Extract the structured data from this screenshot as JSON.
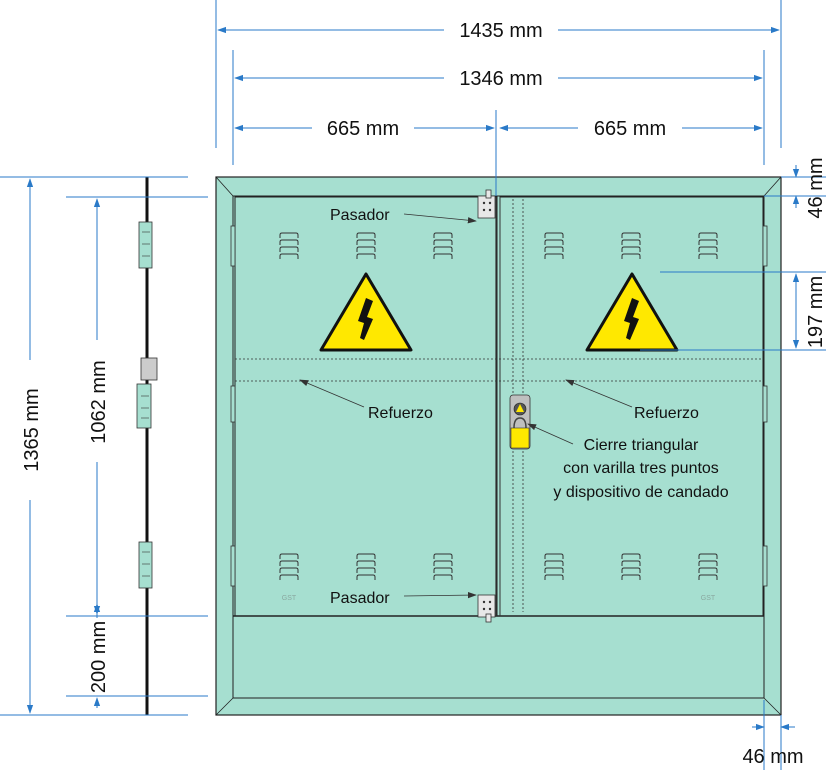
{
  "dimensions": {
    "overall_width": "1435 mm",
    "inner_width": "1346 mm",
    "left_door_width": "665 mm",
    "right_door_width": "665 mm",
    "frame_top": "46 mm",
    "vent_to_sign": "197 mm",
    "overall_height": "1365 mm",
    "door_height": "1062 mm",
    "base_height": "200 mm",
    "frame_bottom": "46 mm"
  },
  "callouts": {
    "pasador_top": "Pasador",
    "pasador_bottom": "Pasador",
    "refuerzo_left": "Refuerzo",
    "refuerzo_right": "Refuerzo",
    "cierre_line1": "Cierre triangular",
    "cierre_line2": "con varilla tres puntos",
    "cierre_line3": "y dispositivo de candado"
  },
  "stamps": {
    "left": "GST",
    "right": "GST"
  },
  "colors": {
    "cabinet_fill": "#a6dfd0",
    "dimension_line": "#2a7ac8",
    "warning_yellow": "#ffe800",
    "outline": "#222222"
  }
}
